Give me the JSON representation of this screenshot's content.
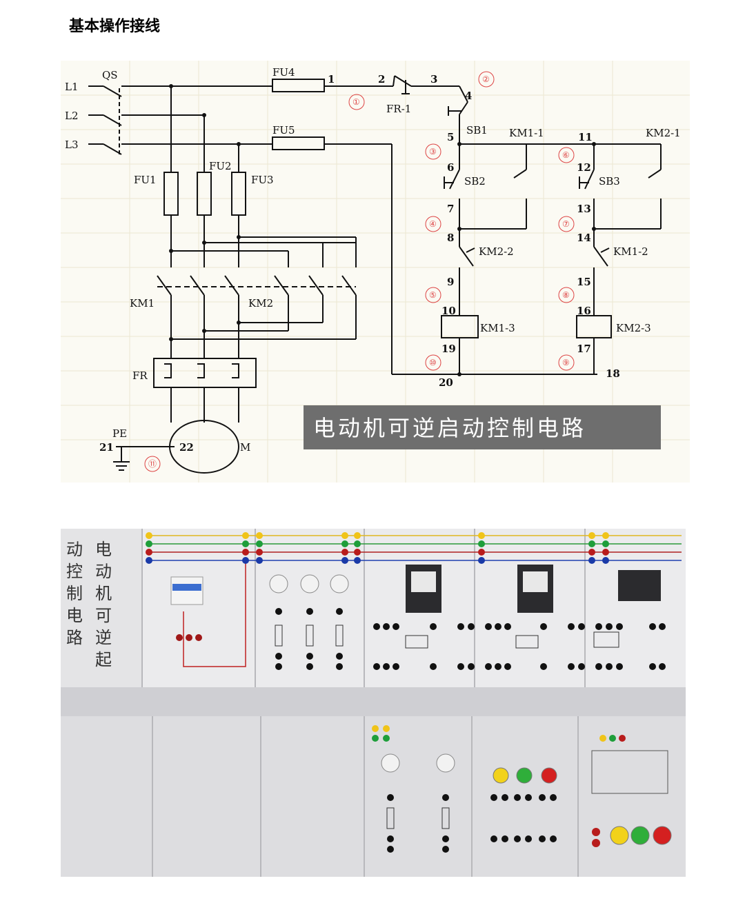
{
  "page_title": "基本操作接线",
  "schematic": {
    "banner": "电动机可逆启动控制电路",
    "lines": [
      "L1",
      "L2",
      "L3"
    ],
    "labels": {
      "qs": "QS",
      "fu1": "FU1",
      "fu2": "FU2",
      "fu3": "FU3",
      "fu4": "FU4",
      "fu5": "FU5",
      "fr1": "FR-1",
      "sb1": "SB1",
      "sb2": "SB2",
      "sb3": "SB3",
      "km1": "KM1",
      "km2": "KM2",
      "fr": "FR",
      "pe": "PE",
      "motor": "M",
      "km1_1": "KM1-1",
      "km2_1": "KM2-1",
      "km2_2": "KM2-2",
      "km1_2": "KM1-2",
      "km1_3": "KM1-3",
      "km2_3": "KM2-3"
    },
    "nodes": [
      "1",
      "2",
      "3",
      "4",
      "5",
      "6",
      "7",
      "8",
      "9",
      "10",
      "11",
      "12",
      "13",
      "14",
      "15",
      "16",
      "17",
      "18",
      "19",
      "20",
      "21",
      "22"
    ],
    "circle_markers": [
      "①",
      "②",
      "③",
      "④",
      "⑤",
      "⑥",
      "⑦",
      "⑧",
      "⑨",
      "⑩",
      "⑪"
    ]
  },
  "panel": {
    "side_text_right": [
      "电",
      "动",
      "机",
      "可",
      "逆",
      "起"
    ],
    "side_text_left": [
      "动",
      "控",
      "制",
      "电",
      "路"
    ],
    "pilot_light_colors": [
      "#f2d21a",
      "#2fae3a",
      "#d42020"
    ],
    "terminal_colors": [
      "#f0c419",
      "#1e9e3a",
      "#b81c1c",
      "#1a3aa8"
    ]
  }
}
